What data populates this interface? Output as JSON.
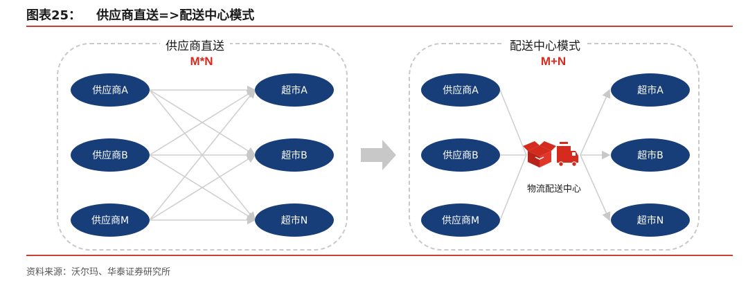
{
  "figure": {
    "number": "图表25：",
    "title": "供应商直送=>配送中心模式"
  },
  "left_panel": {
    "title": "供应商直送",
    "formula": "M*N",
    "suppliers": [
      "供应商A",
      "供应商B",
      "供应商M"
    ],
    "supermarkets": [
      "超市A",
      "超市B",
      "超市N"
    ]
  },
  "right_panel": {
    "title": "配送中心模式",
    "formula": "M+N",
    "suppliers": [
      "供应商A",
      "供应商B",
      "供应商M"
    ],
    "hub_label": "物流配送中心",
    "supermarkets": [
      "超市A",
      "超市B",
      "超市N"
    ]
  },
  "source": "资料来源：沃尔玛、华泰证券研究所",
  "colors": {
    "node_fill": "#173e78",
    "accent_red": "#d42b1e",
    "rule_red": "#c8412e",
    "connector_gray": "#c8c8c8",
    "dashed_border": "#c9c9c9"
  },
  "icons": [
    "box-icon",
    "truck-icon",
    "arrow-right-icon"
  ]
}
